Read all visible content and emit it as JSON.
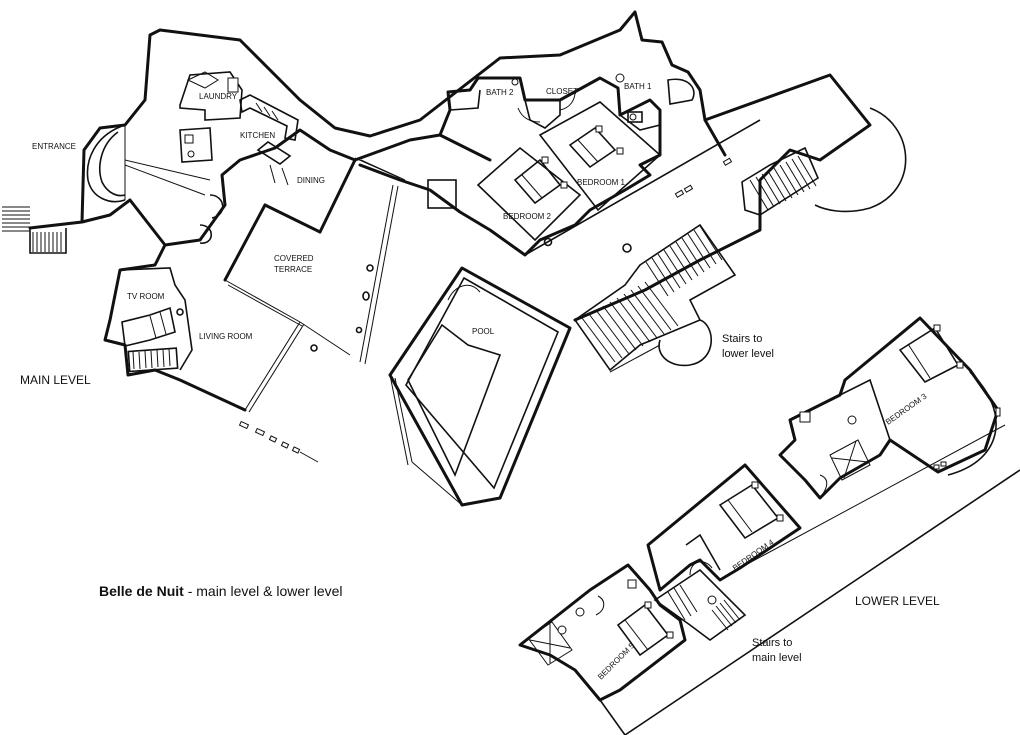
{
  "caption": {
    "name": "Belle de Nuit",
    "subtitle": "- main level & lower level"
  },
  "levels": {
    "main": "MAIN LEVEL",
    "lower": "LOWER LEVEL"
  },
  "rooms": {
    "entrance": "ENTRANCE",
    "laundry": "LAUNDRY",
    "kitchen": "KITCHEN",
    "dining": "DINING",
    "covered_terrace_1": "COVERED",
    "covered_terrace_2": "TERRACE",
    "tv_room": "TV ROOM",
    "living_room": "LIVING ROOM",
    "bath_2": "BATH 2",
    "closet": "CLOSET",
    "bath_1": "BATH 1",
    "bedroom_1": "BEDROOM 1",
    "bedroom_2": "BEDROOM 2",
    "pool": "POOL",
    "bedroom_3": "BEDROOM 3",
    "bedroom_4": "BEDROOM 4",
    "bedroom_5": "BEDROOM 5"
  },
  "notes": {
    "stairs_lower_1": "Stairs to",
    "stairs_lower_2": "lower level",
    "stairs_main_1": "Stairs to",
    "stairs_main_2": "main level"
  }
}
